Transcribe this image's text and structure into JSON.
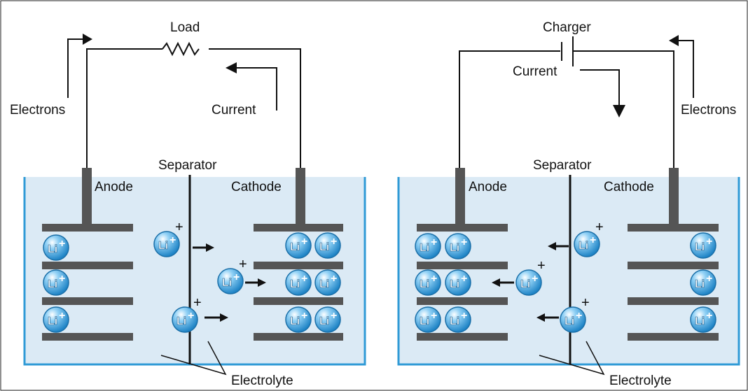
{
  "left_cell": {
    "load_label": "Load",
    "electrons_label": "Electrons",
    "current_label": "Current",
    "anode_label": "Anode",
    "separator_label": "Separator",
    "cathode_label": "Cathode",
    "electrolyte_label": "Electrolyte"
  },
  "right_cell": {
    "charger_label": "Charger",
    "current_label": "Current",
    "electrons_label": "Electrons",
    "anode_label": "Anode",
    "separator_label": "Separator",
    "cathode_label": "Cathode",
    "electrolyte_label": "Electrolyte"
  },
  "ion": {
    "symbol": "Li",
    "charge": "+"
  },
  "colors": {
    "electrolyte_fill": "#dbeaf5",
    "container_stroke": "#2f9ad6",
    "electrode": "#555555",
    "ion_blue": "#2a8fd0",
    "wire": "#111111"
  }
}
